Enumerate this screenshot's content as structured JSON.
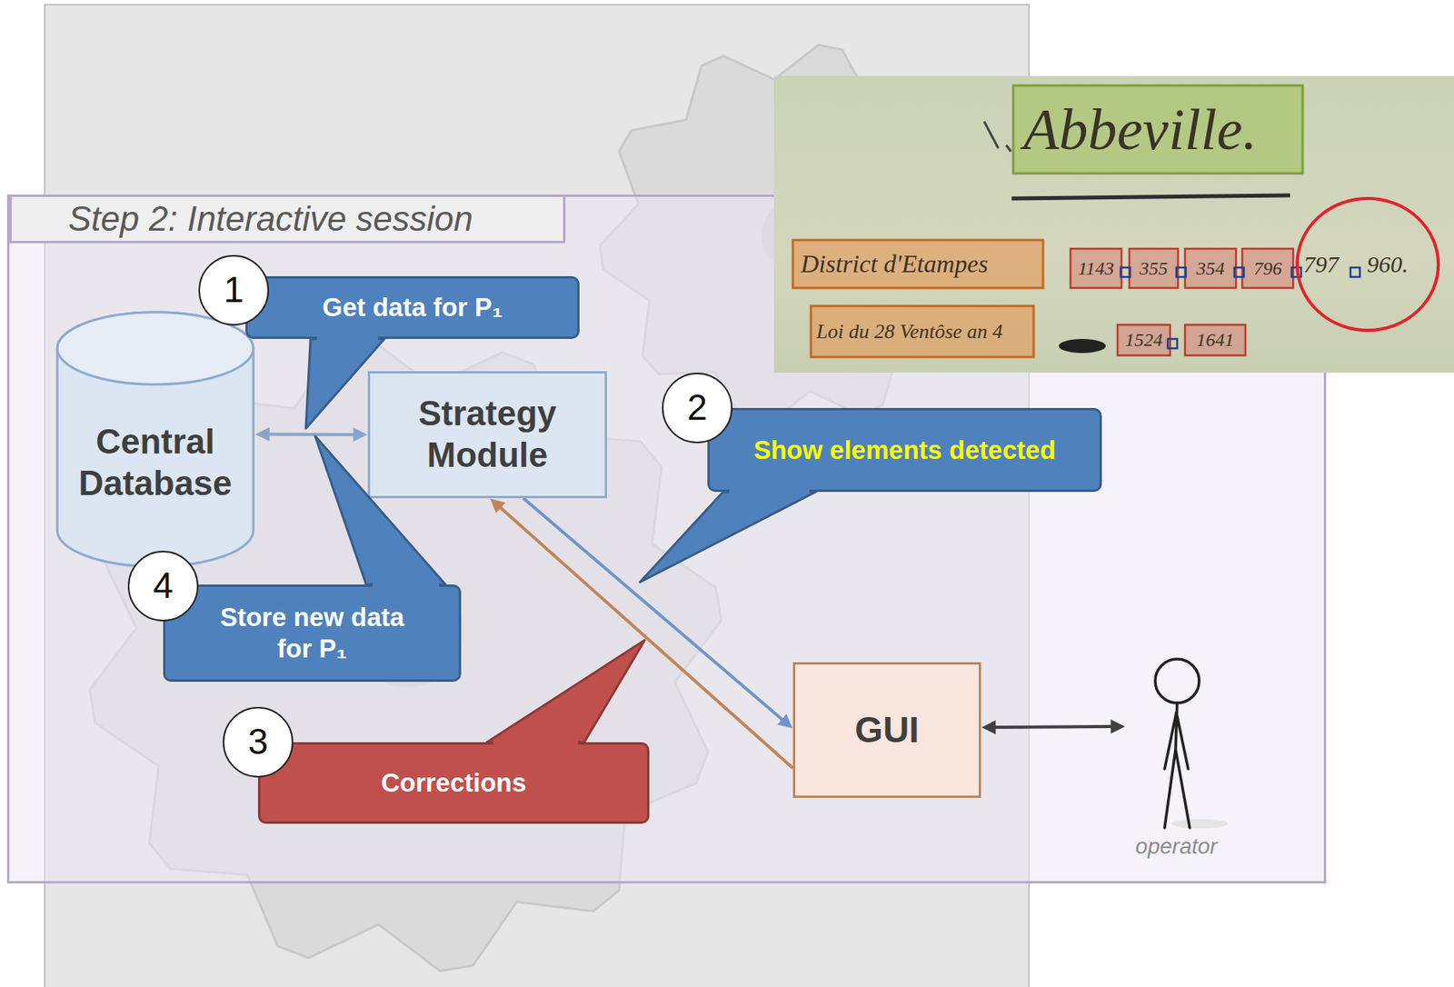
{
  "diagram": {
    "nodes": [
      {
        "text": [
          "Step 2: Interactive session"
        ]
      },
      {
        "text": [
          "Central Database"
        ],
        "in": 0
      },
      {
        "text": [
          "Strategy Module"
        ],
        "in": 0
      },
      {
        "text": [
          "GUI"
        ],
        "in": 0
      },
      {
        "text": [
          "operator"
        ],
        "in": 0
      },
      {
        "text": [
          "Get data for P₁"
        ],
        "in": 0
      },
      {
        "text": [
          "Show elements detected"
        ],
        "in": 0
      },
      {
        "text": [
          "Corrections"
        ],
        "in": 0
      },
      {
        "text": [
          "Store new data for P₁"
        ],
        "in": 0
      }
    ],
    "edges": [
      {
        "from": 1,
        "to": 2,
        "arrow": "both"
      },
      {
        "from": 2,
        "to": 3,
        "arrow": "to"
      },
      {
        "from": 3,
        "to": 2,
        "arrow": "to"
      },
      {
        "from": 3,
        "to": 4,
        "arrow": "both"
      }
    ],
    "labels": [
      "1",
      "2",
      "3",
      "4",
      "Abbeville.",
      "District d'Etampes",
      "Loi du 28 Ventôse an 4",
      "1143",
      "355",
      "354",
      "796",
      "797",
      "960.",
      "1524",
      "1641"
    ]
  }
}
